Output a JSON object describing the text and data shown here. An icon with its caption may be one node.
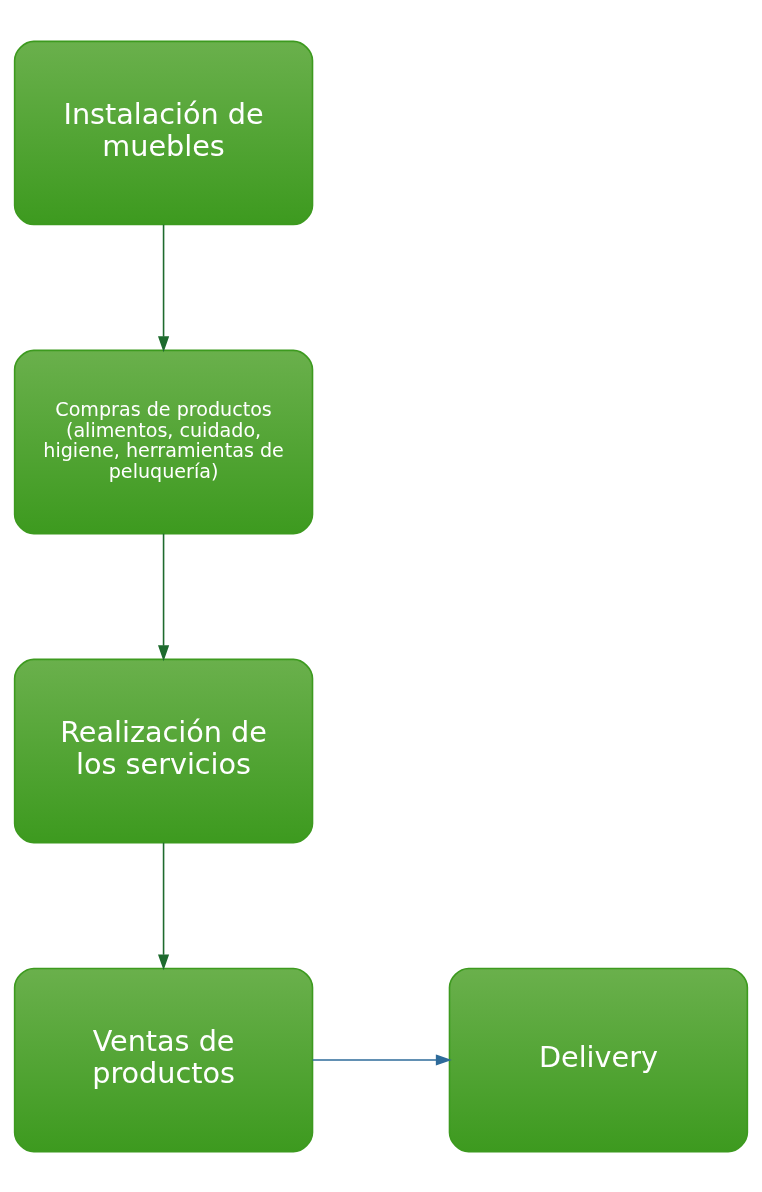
{
  "diagram": {
    "nodes": [
      {
        "text": [
          "Instalación de muebles"
        ]
      },
      {
        "text": [
          "Compras de productos (alimentos, cuidado, higiene, herramientas de peluquería)"
        ]
      },
      {
        "text": [
          "Realización de los servicios"
        ]
      },
      {
        "text": [
          "Ventas de productos"
        ]
      },
      {
        "text": [
          "Delivery"
        ]
      }
    ],
    "edges": [
      {
        "from": 0,
        "to": 1,
        "arrow": "to"
      },
      {
        "from": 1,
        "to": 2,
        "arrow": "to"
      },
      {
        "from": 2,
        "to": 3,
        "arrow": "to"
      },
      {
        "from": 3,
        "to": 4,
        "arrow": "to",
        "color": "#2e6b9a"
      }
    ]
  }
}
